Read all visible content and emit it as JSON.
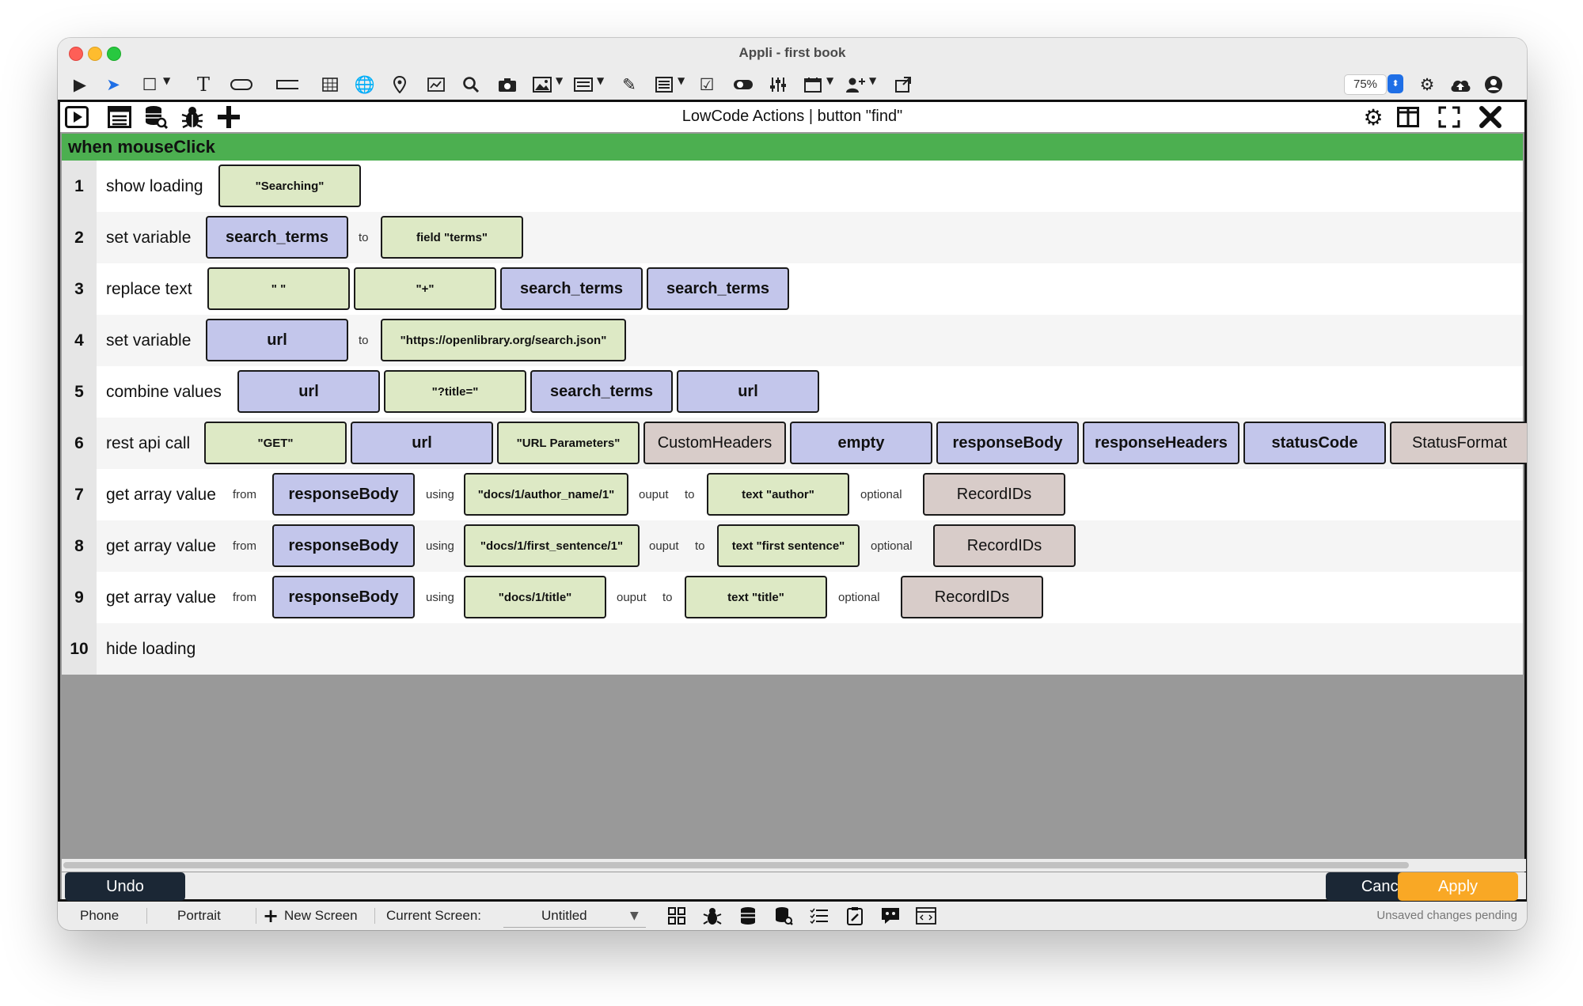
{
  "window": {
    "title": "Appli - first book"
  },
  "toolbar": {
    "icons": [
      "play-icon",
      "pointer-icon",
      "rectangle-icon",
      "text-icon",
      "button-shape-icon",
      "input-shape-icon",
      "table-icon",
      "globe-icon",
      "location-pin-icon",
      "chart-icon",
      "search-icon",
      "camera-icon",
      "image-icon",
      "list-icon",
      "edit-icon",
      "form-icon",
      "checkbox-icon",
      "toggle-icon",
      "sliders-icon",
      "calendar-icon",
      "user-add-icon",
      "export-icon"
    ],
    "zoom": "75%"
  },
  "dialog": {
    "title": "LowCode Actions | button \"find\"",
    "event_header": "when mouseClick",
    "rows": [
      {
        "num": "1",
        "command": "show loading",
        "blocks": [
          {
            "kind": "str",
            "text": "\"Searching\""
          }
        ]
      },
      {
        "num": "2",
        "command": "set variable",
        "blocks": [
          {
            "kind": "var",
            "text": "search_terms"
          },
          {
            "kind": "kw",
            "text": "to"
          },
          {
            "kind": "str",
            "text": "field \"terms\""
          }
        ]
      },
      {
        "num": "3",
        "command": "replace text",
        "blocks": [
          {
            "kind": "str",
            "text": "\" \""
          },
          {
            "kind": "str",
            "text": "\"+\""
          },
          {
            "kind": "var",
            "text": "search_terms"
          },
          {
            "kind": "var",
            "text": "search_terms"
          }
        ]
      },
      {
        "num": "4",
        "command": "set variable",
        "blocks": [
          {
            "kind": "var",
            "text": "url"
          },
          {
            "kind": "kw",
            "text": "to"
          },
          {
            "kind": "str",
            "text": "\"https://openlibrary.org/search.json\""
          }
        ]
      },
      {
        "num": "5",
        "command": "combine values",
        "blocks": [
          {
            "kind": "var",
            "text": "url"
          },
          {
            "kind": "str",
            "text": "\"?title=\""
          },
          {
            "kind": "var",
            "text": "search_terms"
          },
          {
            "kind": "var",
            "text": "url"
          }
        ]
      },
      {
        "num": "6",
        "command": "rest api call",
        "blocks": [
          {
            "kind": "str",
            "text": "\"GET\""
          },
          {
            "kind": "var",
            "text": "url"
          },
          {
            "kind": "str",
            "text": "\"URL Parameters\""
          },
          {
            "kind": "opt",
            "text": "CustomHeaders"
          },
          {
            "kind": "var",
            "text": "empty"
          },
          {
            "kind": "var",
            "text": "responseBody"
          },
          {
            "kind": "var",
            "text": "responseHeaders"
          },
          {
            "kind": "var",
            "text": "statusCode"
          },
          {
            "kind": "opt",
            "text": "StatusFormat"
          }
        ]
      },
      {
        "num": "7",
        "command": "get array value",
        "blocks": [
          {
            "kind": "kw",
            "text": "from"
          },
          {
            "kind": "var",
            "text": "responseBody"
          },
          {
            "kind": "kw",
            "text": "using"
          },
          {
            "kind": "str",
            "text": "\"docs/1/author_name/1\""
          },
          {
            "kind": "kw",
            "text": "ouput"
          },
          {
            "kind": "kw",
            "text": "to"
          },
          {
            "kind": "str",
            "text": "text \"author\""
          },
          {
            "kind": "kw",
            "text": "optional"
          },
          {
            "kind": "opt",
            "text": "RecordIDs"
          }
        ]
      },
      {
        "num": "8",
        "command": "get array value",
        "blocks": [
          {
            "kind": "kw",
            "text": "from"
          },
          {
            "kind": "var",
            "text": "responseBody"
          },
          {
            "kind": "kw",
            "text": "using"
          },
          {
            "kind": "str",
            "text": "\"docs/1/first_sentence/1\""
          },
          {
            "kind": "kw",
            "text": "ouput"
          },
          {
            "kind": "kw",
            "text": "to"
          },
          {
            "kind": "str",
            "text": "text \"first sentence\""
          },
          {
            "kind": "kw",
            "text": "optional"
          },
          {
            "kind": "opt",
            "text": "RecordIDs"
          }
        ]
      },
      {
        "num": "9",
        "command": "get array value",
        "blocks": [
          {
            "kind": "kw",
            "text": "from"
          },
          {
            "kind": "var",
            "text": "responseBody"
          },
          {
            "kind": "kw",
            "text": "using"
          },
          {
            "kind": "str",
            "text": "\"docs/1/title\""
          },
          {
            "kind": "kw",
            "text": "ouput"
          },
          {
            "kind": "kw",
            "text": "to"
          },
          {
            "kind": "str",
            "text": "text \"title\""
          },
          {
            "kind": "kw",
            "text": "optional"
          },
          {
            "kind": "opt",
            "text": "RecordIDs"
          }
        ]
      },
      {
        "num": "10",
        "command": "hide loading",
        "blocks": []
      }
    ],
    "buttons": {
      "undo": "Undo",
      "cancel": "Cancel",
      "apply": "Apply"
    }
  },
  "statusbar": {
    "device": "Phone",
    "orientation": "Portrait",
    "new_screen": "New Screen",
    "current_screen_label": "Current Screen:",
    "current_screen_value": "Untitled",
    "status": "Unsaved changes pending"
  },
  "colors": {
    "event_header": "#4caf50",
    "string_block": "#dde9c5",
    "variable_block": "#c3c6eb",
    "optional_block": "#d8ccc9",
    "apply_button": "#f9a825",
    "dark_button": "#1b2735"
  }
}
